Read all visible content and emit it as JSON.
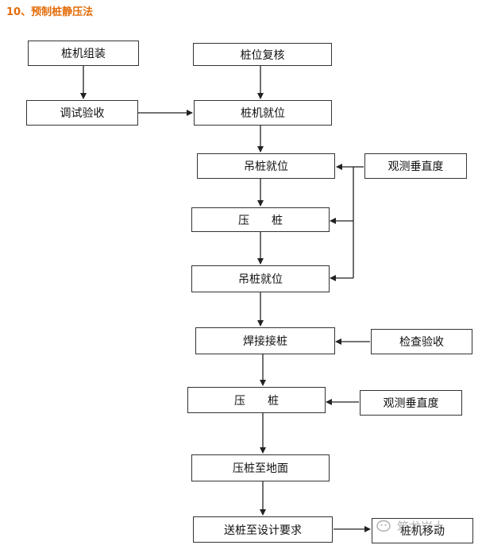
{
  "heading": "10、预制桩静压法",
  "nodes": {
    "zhuangji_zuzhuang": "桩机组装",
    "tiaoshi_yanshou": "调试验收",
    "zhuangwei_fuhe": "桩位复核",
    "zhuangji_jiuwei": "桩机就位",
    "diaozhuang_jiuwei_1": "吊桩就位",
    "yazhuang_1": "压　　桩",
    "diaozhuang_jiuwei_2": "吊桩就位",
    "hanjie_jiezhuang": "焊接接桩",
    "yazhuang_2": "压　　桩",
    "yazhuang_zhi_dimian": "压桩至地面",
    "songzhuang": "送桩至设计要求",
    "guance_1": "观测垂直度",
    "jiancha_yanshou": "检查验收",
    "guance_2": "观测垂直度",
    "zhuangji_yidong": "桩机移动"
  },
  "watermark": "筑龙岩土",
  "colors": {
    "heading": "#e36c09",
    "line": "#222222"
  }
}
